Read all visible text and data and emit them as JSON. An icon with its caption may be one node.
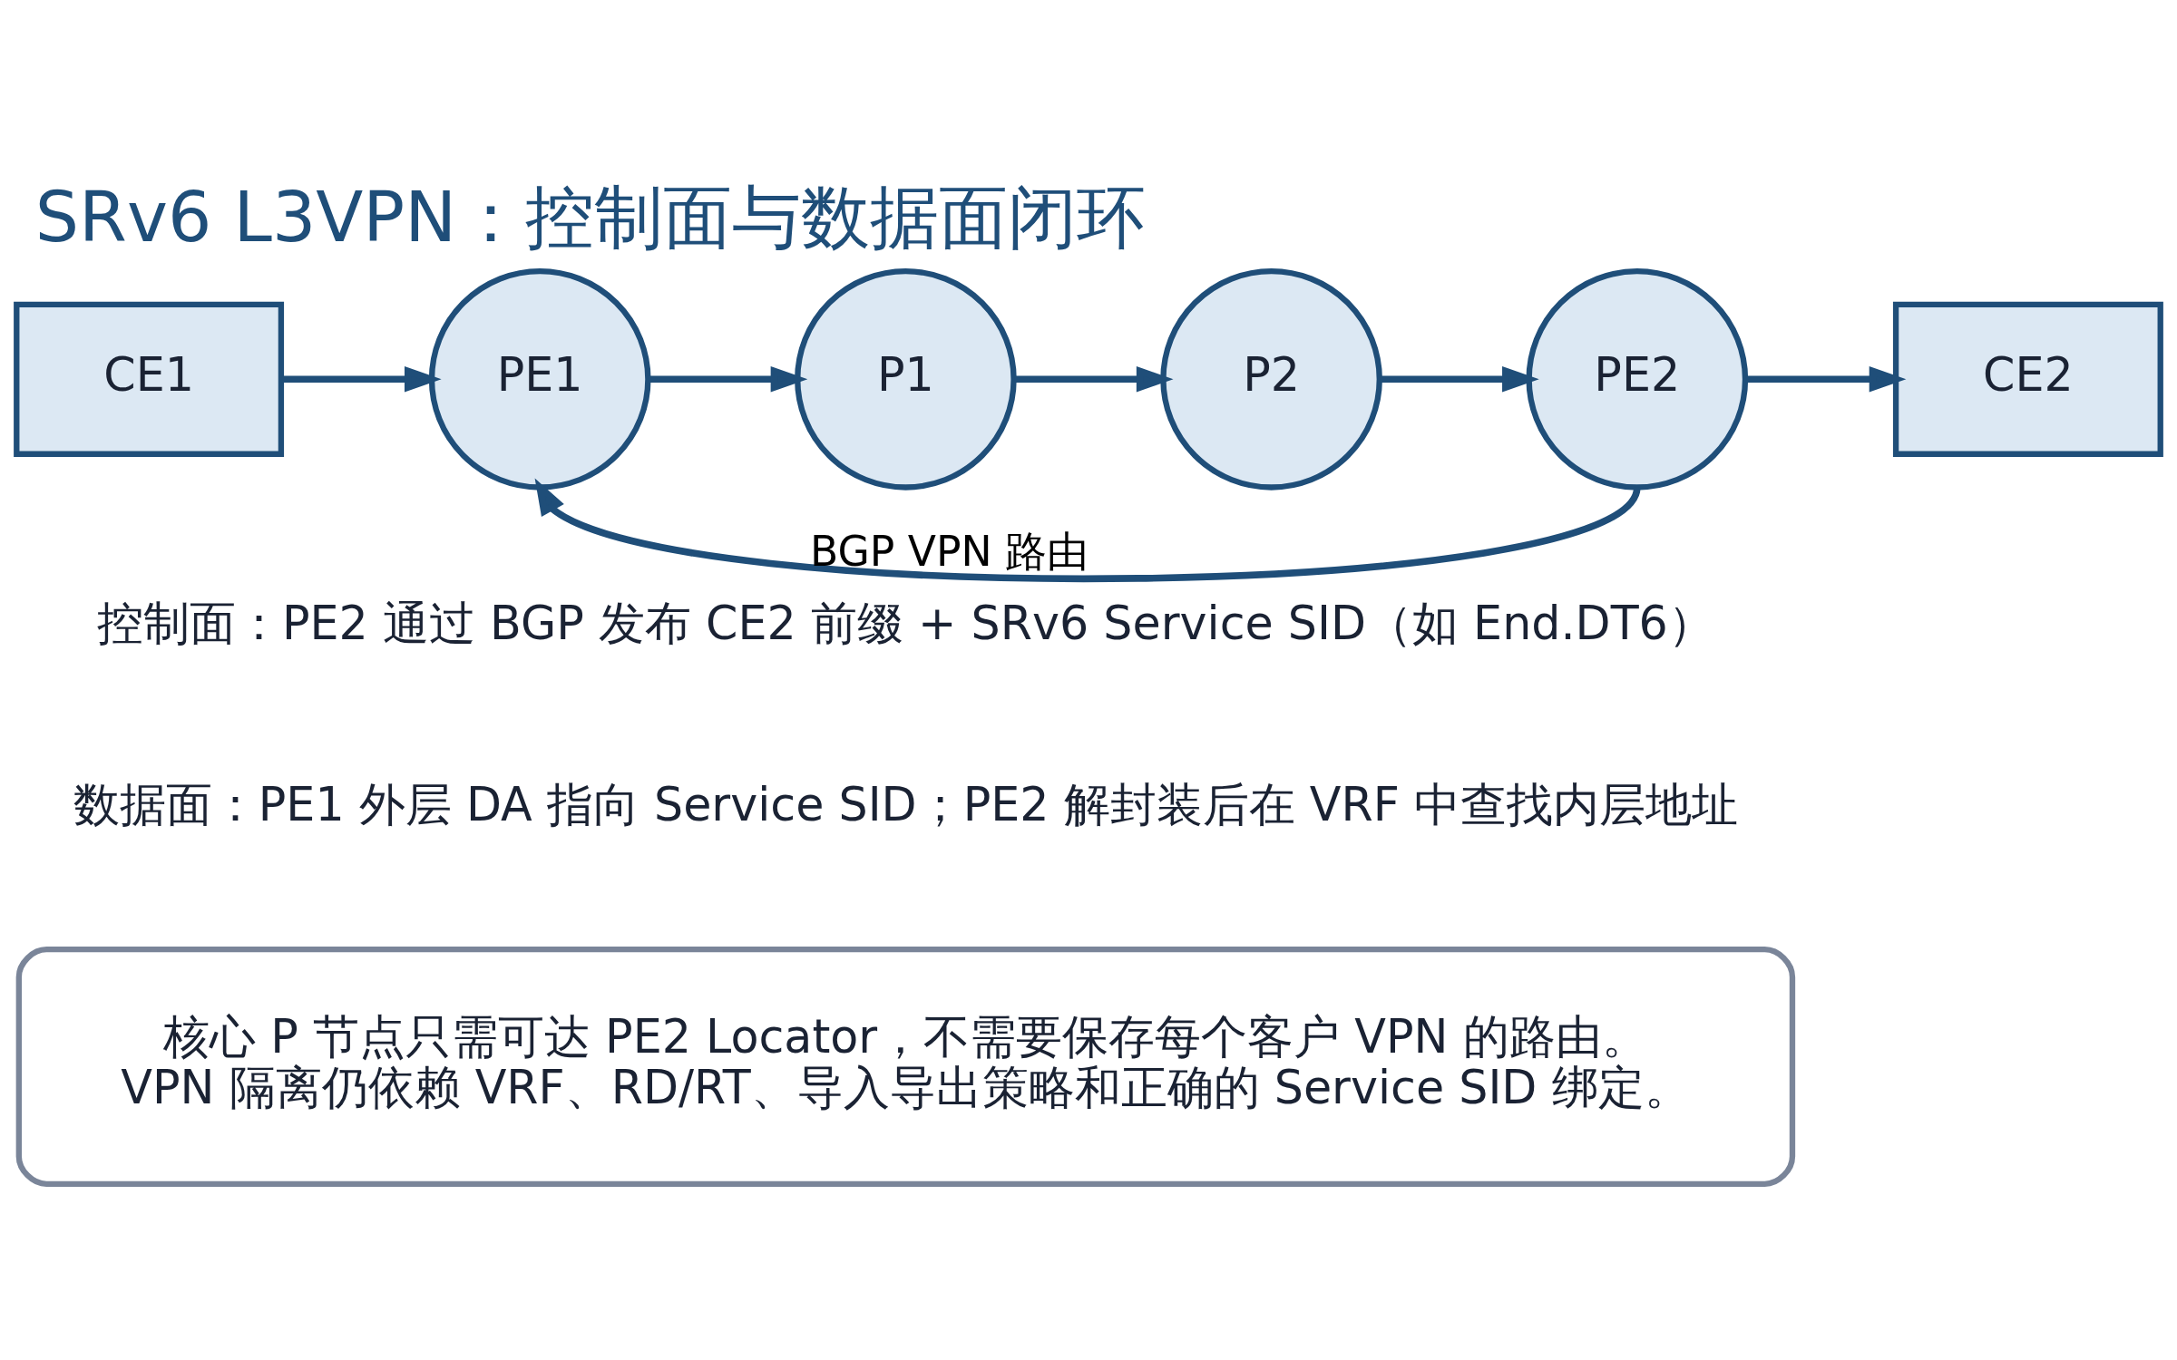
{
  "diagram": {
    "title": "SRv6 L3VPN：控制面与数据面闭环",
    "nodes": [
      {
        "text": [
          "CE1"
        ]
      },
      {
        "text": [
          "PE1"
        ]
      },
      {
        "text": [
          "P1"
        ]
      },
      {
        "text": [
          "P2"
        ]
      },
      {
        "text": [
          "PE2"
        ]
      },
      {
        "text": [
          "CE2"
        ]
      },
      {
        "text": [
          "核心 P 节点只需可达 PE2 Locator，不需要保存每个客户 VPN 的路由。",
          "VPN 隔离仍依赖 VRF、RD/RT、导入导出策略和正确的 Service SID 绑定。"
        ]
      }
    ],
    "edges": [
      {
        "from": 0,
        "to": 1,
        "arrow": "to"
      },
      {
        "from": 1,
        "to": 2,
        "arrow": "to"
      },
      {
        "from": 2,
        "to": 3,
        "arrow": "to"
      },
      {
        "from": 3,
        "to": 4,
        "arrow": "to"
      },
      {
        "from": 4,
        "to": 5,
        "arrow": "to"
      },
      {
        "from": 4,
        "to": 1,
        "arrow": "to",
        "label": "BGP VPN 路由"
      }
    ],
    "labels": [
      "控制面：PE2 通过 BGP 发布 CE2 前缀 + SRv6 Service SID（如 End.DT6）",
      "数据面：PE1 外层 DA 指向 Service SID；PE2 解封装后在 VRF 中查找内层地址"
    ]
  }
}
